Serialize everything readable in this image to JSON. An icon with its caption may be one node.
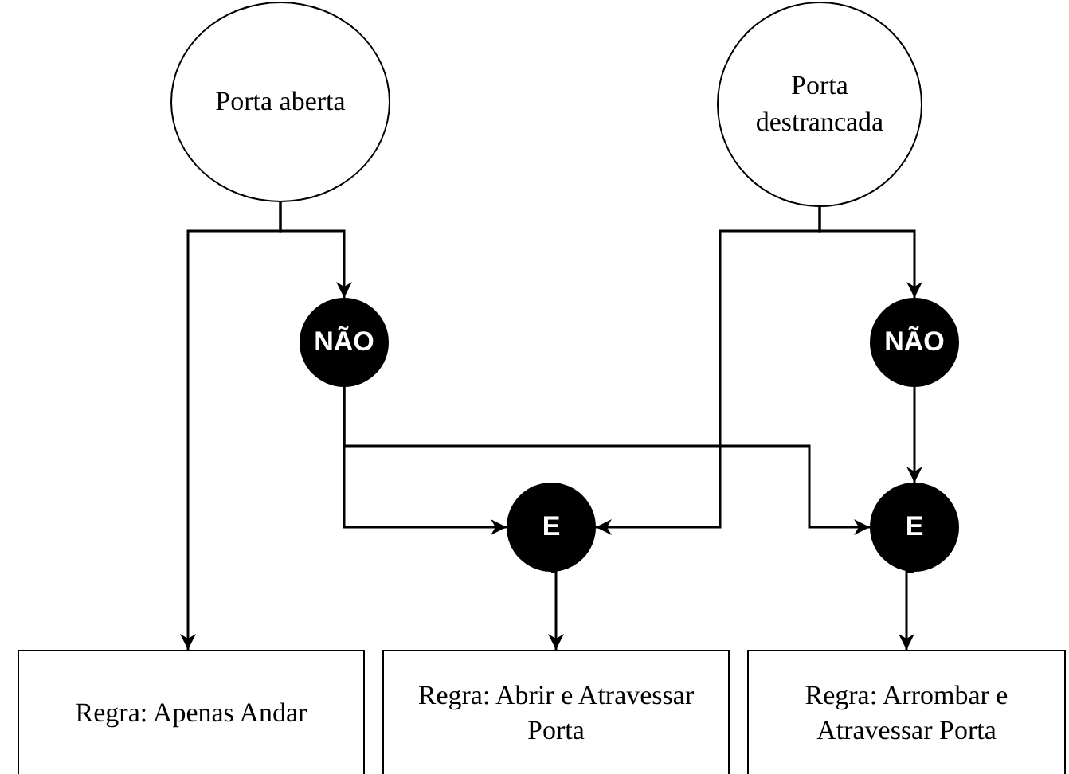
{
  "diagram": {
    "nodes": [
      {
        "text": [
          "Porta aberta"
        ]
      },
      {
        "text": [
          "Porta destrancada"
        ]
      },
      {
        "text": [
          "NÃO"
        ]
      },
      {
        "text": [
          "NÃO"
        ]
      },
      {
        "text": [
          "E"
        ]
      },
      {
        "text": [
          "E"
        ]
      },
      {
        "text": [
          "Regra: Apenas Andar"
        ]
      },
      {
        "text": [
          "Regra: Abrir e Atravessar Porta"
        ]
      },
      {
        "text": [
          "Regra: Arrombar e Atravessar Porta"
        ]
      }
    ],
    "edges": [
      {
        "from": 0,
        "to": 2,
        "arrow": "to"
      },
      {
        "from": 0,
        "to": 6,
        "arrow": "to"
      },
      {
        "from": 1,
        "to": 3,
        "arrow": "to"
      },
      {
        "from": 1,
        "to": 4,
        "arrow": "to"
      },
      {
        "from": 2,
        "to": 4,
        "arrow": "to"
      },
      {
        "from": 2,
        "to": 5,
        "arrow": "to"
      },
      {
        "from": 3,
        "to": 5,
        "arrow": "to"
      },
      {
        "from": 4,
        "to": 7,
        "arrow": "to"
      },
      {
        "from": 5,
        "to": 8,
        "arrow": "to"
      }
    ]
  }
}
